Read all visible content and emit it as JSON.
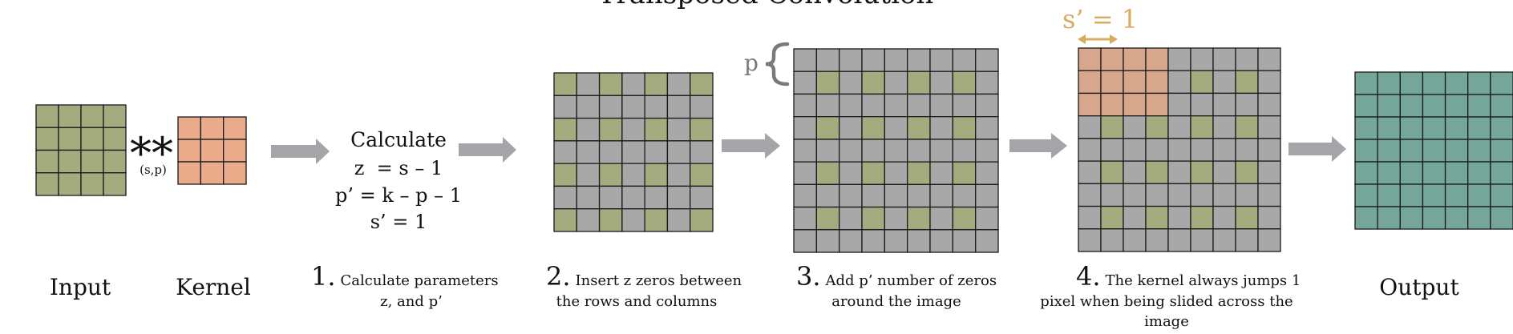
{
  "title": "Transposed Convolution",
  "colors": {
    "input": "#a3ab7f",
    "kernel": "#e9ab89",
    "zero": "#a8a8a8",
    "kernel_overlay": "#d6a78d",
    "output": "#76a69a",
    "accent": "#d8ac5e",
    "arrow": "#a3a5a8",
    "brace": "#7a7a7a"
  },
  "operator": {
    "symbol": "**",
    "sub": "(s,p)"
  },
  "calc": {
    "heading": "Calculate",
    "lines": [
      "z  = s – 1",
      "p’ = k – p – 1",
      "s’ = 1"
    ]
  },
  "padding_label": "p",
  "stride_label": "s’ = 1",
  "labels": {
    "input": "Input",
    "kernel": "Kernel",
    "output": "Output"
  },
  "steps": [
    {
      "num": "1.",
      "lines": [
        "Calculate parameters",
        "z, and p’"
      ]
    },
    {
      "num": "2.",
      "lines": [
        "Insert z zeros between",
        "the rows and columns"
      ]
    },
    {
      "num": "3.",
      "lines": [
        "Add p’ number of zeros",
        "around the image"
      ]
    },
    {
      "num": "4.",
      "lines": [
        "The kernel always jumps 1",
        "pixel when being slided across the",
        "image"
      ]
    }
  ],
  "grids": {
    "input": {
      "rows": 4,
      "cols": 4,
      "fill": "input"
    },
    "kernel": {
      "rows": 3,
      "cols": 3,
      "fill": "kernel"
    },
    "dilated": {
      "rows": 7,
      "cols": 7,
      "pattern": "dilated"
    },
    "padded": {
      "rows": 9,
      "cols": 9,
      "pattern": "padded"
    },
    "sliding": {
      "rows": 9,
      "cols": 9,
      "pattern": "padded",
      "overlay_rows": 3,
      "overlay_cols": 4
    },
    "output": {
      "rows": 7,
      "cols": 7,
      "fill": "output"
    }
  }
}
